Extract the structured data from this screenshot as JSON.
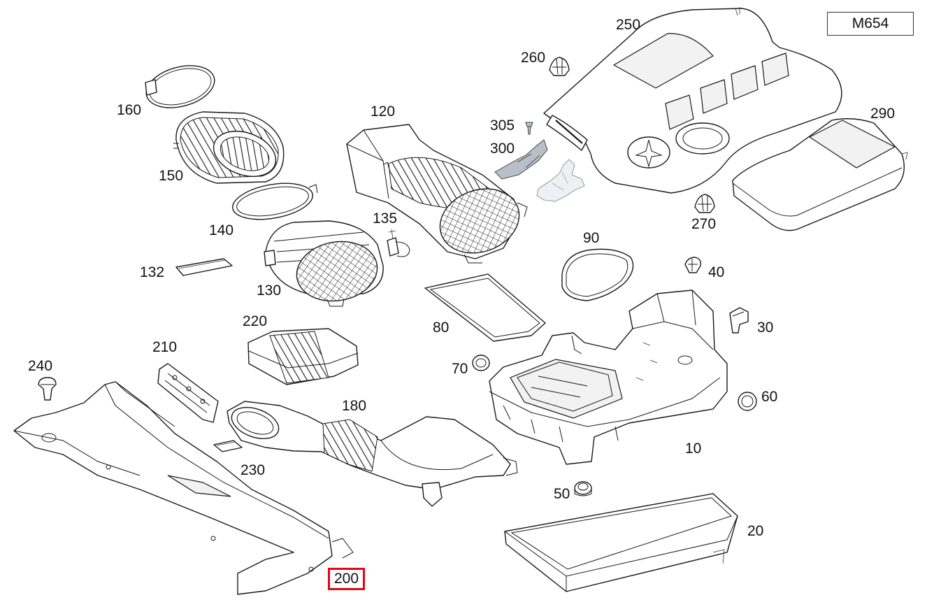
{
  "diagram": {
    "model_code": "M654",
    "highlighted_part": "200",
    "highlight_color": "#e30613",
    "line_color": "#1a1a1a",
    "background_color": "#ffffff",
    "callouts": [
      {
        "id": "250",
        "label": "250"
      },
      {
        "id": "260",
        "label": "260"
      },
      {
        "id": "290",
        "label": "290"
      },
      {
        "id": "270",
        "label": "270"
      },
      {
        "id": "160",
        "label": "160"
      },
      {
        "id": "150",
        "label": "150"
      },
      {
        "id": "140",
        "label": "140"
      },
      {
        "id": "120",
        "label": "120"
      },
      {
        "id": "305",
        "label": "305"
      },
      {
        "id": "300",
        "label": "300"
      },
      {
        "id": "135",
        "label": "135"
      },
      {
        "id": "132",
        "label": "132"
      },
      {
        "id": "130",
        "label": "130"
      },
      {
        "id": "90",
        "label": "90"
      },
      {
        "id": "40",
        "label": "40"
      },
      {
        "id": "30",
        "label": "30"
      },
      {
        "id": "80",
        "label": "80"
      },
      {
        "id": "220",
        "label": "220"
      },
      {
        "id": "210",
        "label": "210"
      },
      {
        "id": "240",
        "label": "240"
      },
      {
        "id": "70",
        "label": "70"
      },
      {
        "id": "180",
        "label": "180"
      },
      {
        "id": "60",
        "label": "60"
      },
      {
        "id": "10",
        "label": "10"
      },
      {
        "id": "230",
        "label": "230"
      },
      {
        "id": "50",
        "label": "50"
      },
      {
        "id": "20",
        "label": "20"
      }
    ]
  }
}
